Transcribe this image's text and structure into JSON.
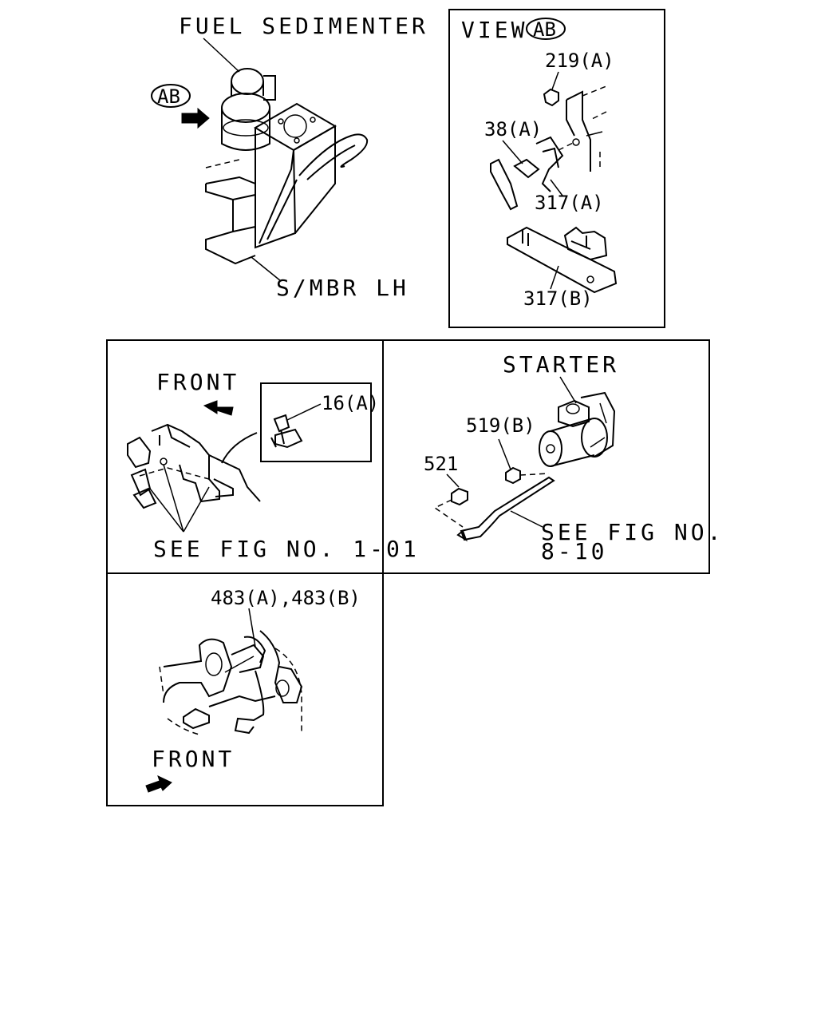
{
  "panel_a": {
    "label_fuel_sedimenter": "FUEL SEDIMENTER",
    "callout_ab": "AB",
    "label_smbr": "S/MBR LH"
  },
  "panel_b": {
    "view_prefix": "VIEW",
    "view_callout": "AB",
    "part_219a": "219(A)",
    "part_38a": "38(A)",
    "part_317a": "317(A)",
    "part_317b": "317(B)"
  },
  "panel_c": {
    "label_front": "FRONT",
    "part_16a": "16(A)",
    "see_fig": "SEE FIG NO. 1-01"
  },
  "panel_d": {
    "label_starter": "STARTER",
    "part_519b": "519(B)",
    "part_521": "521",
    "see_fig_line1": "SEE FIG NO.",
    "see_fig_line2": "8-10"
  },
  "panel_e": {
    "part_483": "483(A),483(B)",
    "label_front": "FRONT"
  }
}
